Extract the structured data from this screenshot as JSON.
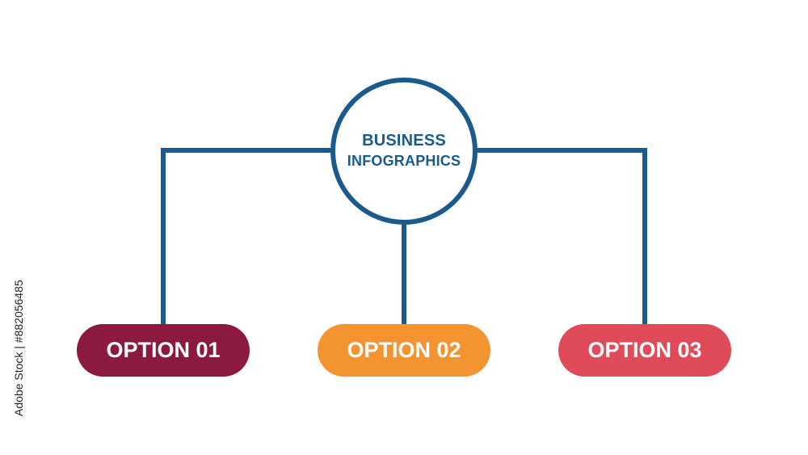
{
  "colors": {
    "line": "#1a5a8c",
    "hub_border": "#1a5a8c",
    "hub_text": "#1a5a8c",
    "option_text": "#ffffff",
    "background": "#ffffff"
  },
  "hub": {
    "line1": "BUSINESS",
    "line2": "INFOGRAPHICS"
  },
  "options": [
    {
      "label": "OPTION 01",
      "color": "#8c1a3e"
    },
    {
      "label": "OPTION 02",
      "color": "#f39431"
    },
    {
      "label": "OPTION 03",
      "color": "#e04b5a"
    }
  ],
  "watermark": "Adobe Stock | #882056485"
}
